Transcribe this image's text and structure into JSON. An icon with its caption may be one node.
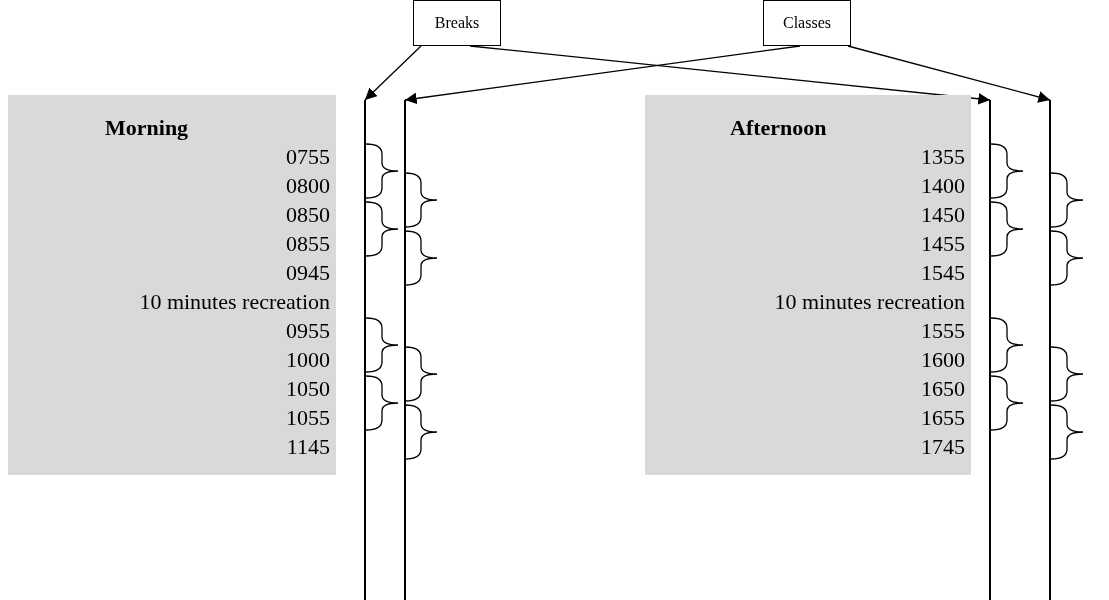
{
  "diagram": {
    "nodes": [
      {
        "text": [
          "Breaks"
        ]
      },
      {
        "text": [
          "Classes"
        ]
      },
      {
        "text": [],
        "shape": "line"
      },
      {
        "text": [],
        "shape": "line"
      },
      {
        "text": [],
        "shape": "line"
      },
      {
        "text": [],
        "shape": "line"
      },
      {
        "text": [
          "Morning",
          "0755",
          "0800",
          "0850",
          "0855",
          "0945",
          "10 minutes recreation",
          "0955",
          "1000",
          "1050",
          "1055",
          "1145"
        ]
      },
      {
        "text": [
          "Afternoon",
          "1355",
          "1400",
          "1450",
          "1455",
          "1545",
          "10 minutes recreation",
          "1555",
          "1600",
          "1650",
          "1655",
          "1745"
        ]
      }
    ],
    "edges": [
      {
        "from": 0,
        "to": 2,
        "arrow": "to"
      },
      {
        "from": 0,
        "to": 4,
        "arrow": "to"
      },
      {
        "from": 1,
        "to": 3,
        "arrow": "to"
      },
      {
        "from": 1,
        "to": 5,
        "arrow": "to"
      }
    ]
  }
}
